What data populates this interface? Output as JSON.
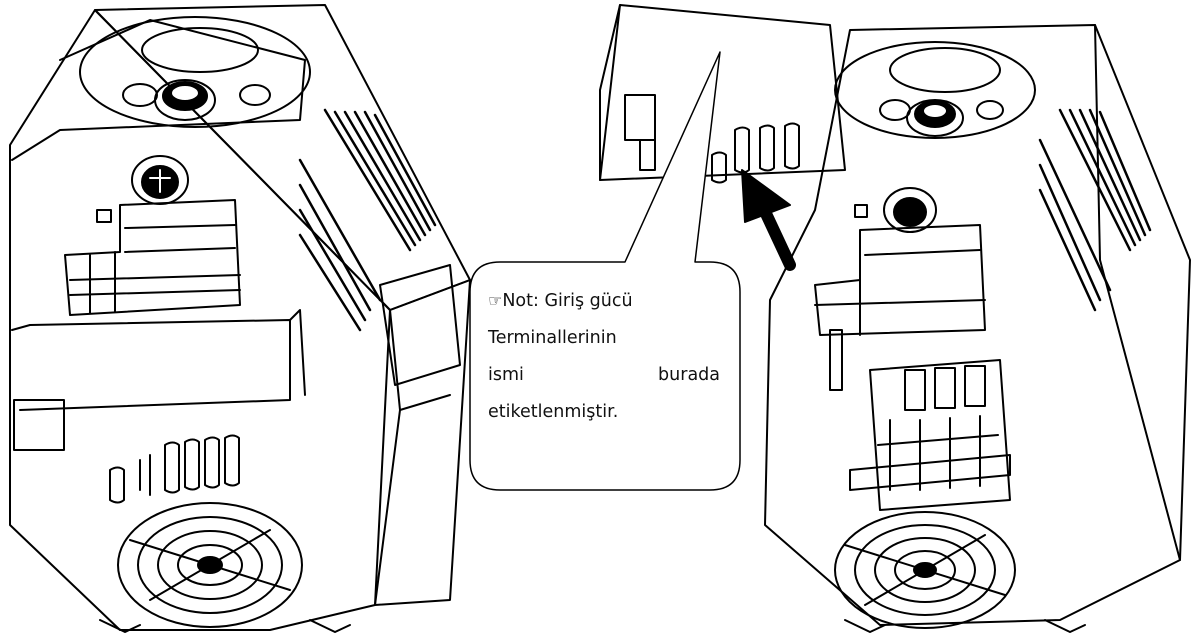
{
  "callout": {
    "hand_glyph": "☞",
    "prefix": "Not",
    "line1": ": Giriş gücü",
    "line2": "Terminallerinin",
    "line3a": "ismi",
    "line3b": "burada",
    "line4": "etiketlenmiştir."
  },
  "icons": {
    "hand": "pointing-hand-icon",
    "arrow": "insertion-arrow-icon",
    "fan": "cooling-fan-icon",
    "dial": "control-knob-icon"
  }
}
